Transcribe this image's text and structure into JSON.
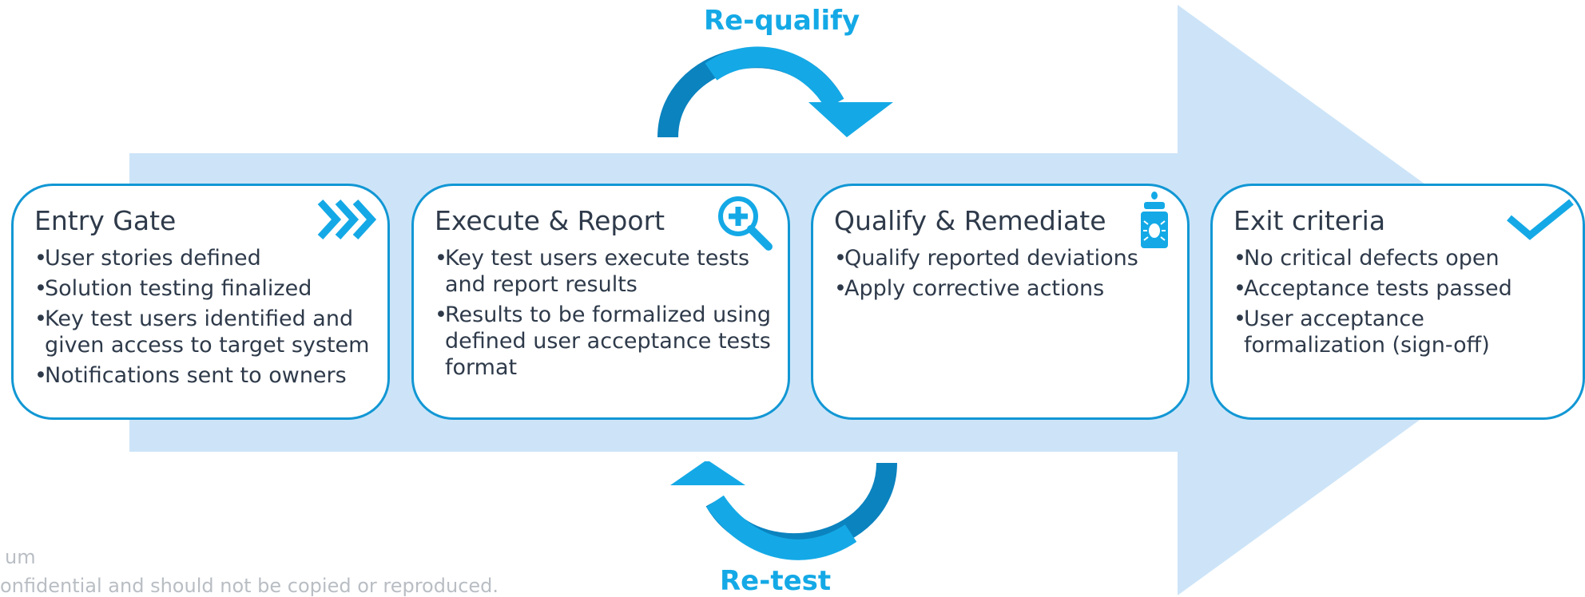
{
  "loops": {
    "top_label": "Re-qualify",
    "bottom_label": "Re-test"
  },
  "stages": [
    {
      "title": "Entry Gate",
      "icon": "chevrons-right-icon",
      "items": [
        "User stories defined",
        "Solution testing finalized",
        "Key test users identified and given access to target system",
        "Notifications sent to owners"
      ]
    },
    {
      "title": "Execute & Report",
      "icon": "magnifier-plus-icon",
      "items": [
        "Key test users execute tests and report results",
        "Results to be formalized using defined user acceptance tests format"
      ]
    },
    {
      "title": "Qualify & Remediate",
      "icon": "bug-spray-icon",
      "items": [
        "Qualify reported deviations",
        "Apply corrective actions"
      ]
    },
    {
      "title": "Exit criteria",
      "icon": "checkmark-icon",
      "items": [
        "No critical defects open",
        "Acceptance tests passed",
        "User acceptance formalization (sign-off)"
      ]
    }
  ],
  "footer": {
    "line1": "um",
    "line2": "onfidential and should not be copied or reproduced."
  },
  "colors": {
    "accent": "#1297d4",
    "accent_light": "#14a9e6",
    "arrow_fill": "#cde4f8"
  }
}
